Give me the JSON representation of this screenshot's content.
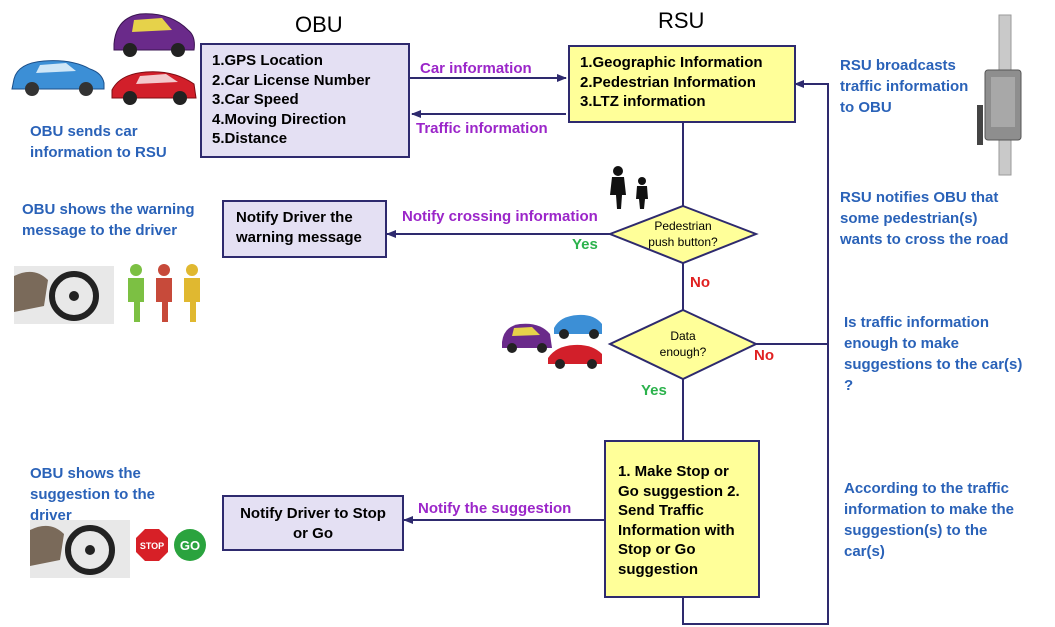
{
  "headers": {
    "obu": "OBU",
    "rsu": "RSU"
  },
  "obu_box": {
    "items": [
      "1.GPS Location",
      "2.Car License Number",
      "3.Car Speed",
      "4.Moving Direction",
      "5.Distance"
    ]
  },
  "rsu_box": {
    "items": [
      "1.Geographic Information",
      "2.Pedestrian Information",
      "3.LTZ information"
    ]
  },
  "flows": {
    "car_info": "Car information",
    "traffic_info": "Traffic information",
    "notify_crossing": "Notify crossing information",
    "notify_suggestion": "Notify the suggestion"
  },
  "decisions": {
    "pedestrian": [
      "Pedestrian",
      "push button?"
    ],
    "data": [
      "Data",
      "enough?"
    ]
  },
  "branch_labels": {
    "yes1": "Yes",
    "no1": "No",
    "yes2": "Yes",
    "no2": "No"
  },
  "notify_warning_box": "Notify Driver the warning message",
  "notify_stop_box": "Notify Driver to Stop or Go",
  "suggestion_box": "1. Make Stop or Go suggestion 2. Send Traffic Information with Stop or Go suggestion",
  "notes": {
    "obu_sends": "OBU sends car information to RSU",
    "obu_shows_warning": "OBU shows the warning message to the driver",
    "obu_shows_suggestion": "OBU shows the suggestion to the driver",
    "rsu_broadcasts": "RSU broadcasts traffic information to OBU",
    "rsu_notifies": "RSU notifies OBU that some pedestrian(s) wants to cross the road",
    "is_traffic": "Is traffic information enough to make suggestions to the car(s) ?",
    "according": "According to the traffic information to make the suggestion(s) to the car(s)"
  },
  "signs": {
    "stop": "STOP",
    "go": "GO"
  },
  "colors": {
    "obu_fill": "#e4e0f3",
    "rsu_fill": "#ffff99",
    "line": "#2e2a6e",
    "note": "#2a62b8",
    "flow": "#9b26c9",
    "yes": "#2bb24c",
    "no": "#e02020"
  },
  "icons": [
    "car-icon",
    "antenna-icon",
    "pedestrian-icon",
    "driver-photo-icon",
    "people-icon",
    "stop-sign-icon",
    "go-sign-icon"
  ]
}
